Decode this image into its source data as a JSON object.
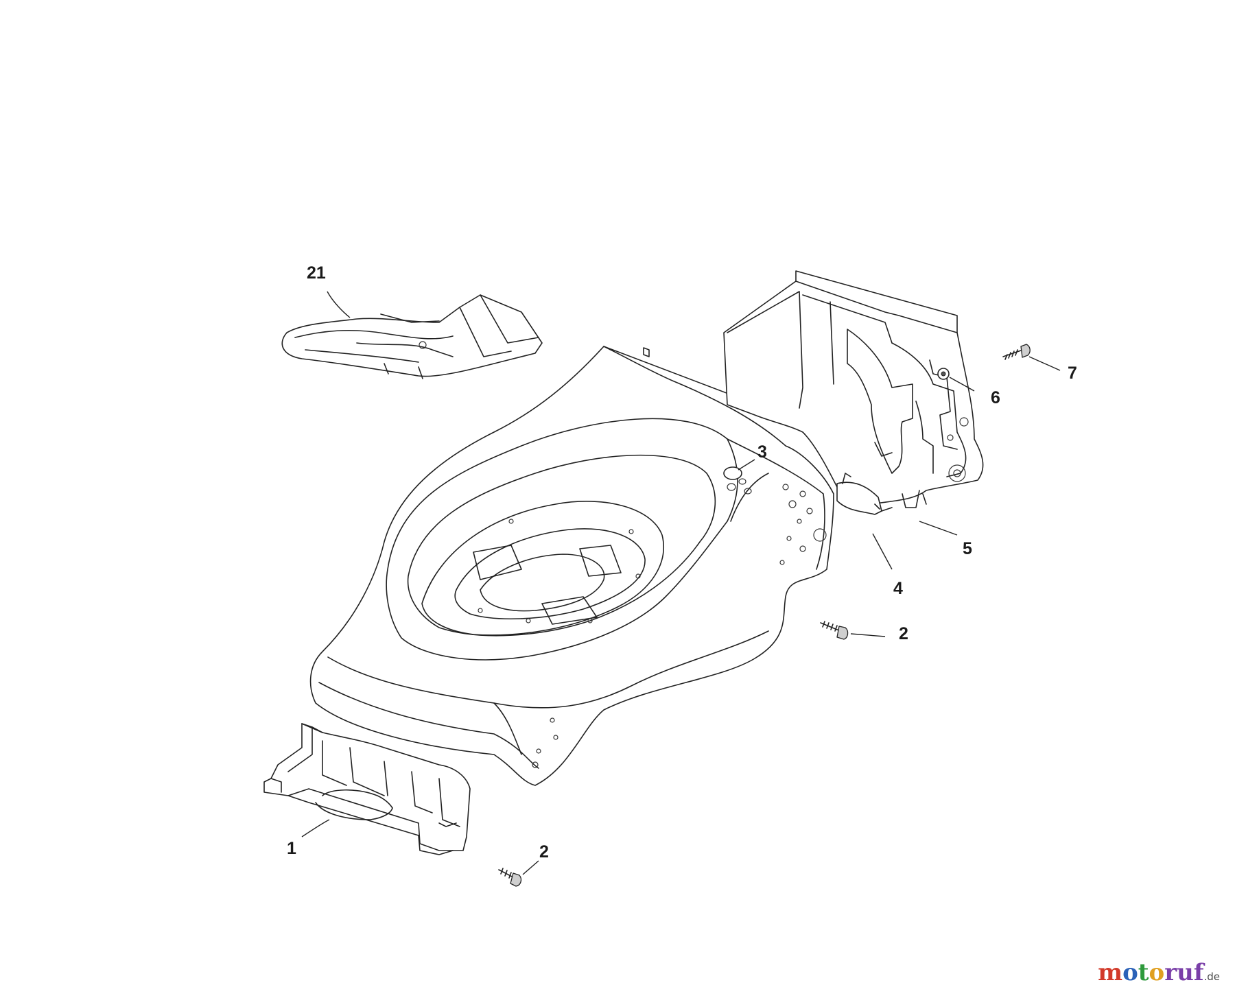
{
  "diagram": {
    "callouts": [
      {
        "id": "c21",
        "label": "21"
      },
      {
        "id": "c3",
        "label": "3"
      },
      {
        "id": "c7",
        "label": "7"
      },
      {
        "id": "c6",
        "label": "6"
      },
      {
        "id": "c5",
        "label": "5"
      },
      {
        "id": "c4",
        "label": "4"
      },
      {
        "id": "c2a",
        "label": "2"
      },
      {
        "id": "c1",
        "label": "1"
      },
      {
        "id": "c2b",
        "label": "2"
      }
    ]
  },
  "watermark": {
    "parts": [
      "m",
      "o",
      "t",
      "o",
      "ruf"
    ],
    "tld": ".de"
  },
  "colors": {
    "line": "#222222",
    "background": "#ffffff"
  }
}
